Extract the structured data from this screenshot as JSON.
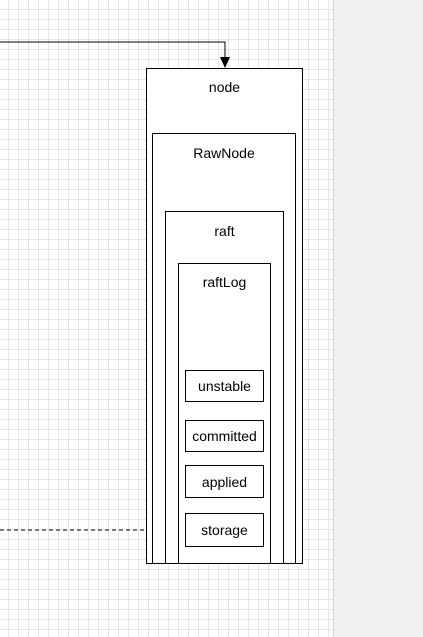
{
  "diagram": {
    "containers": {
      "node": "node",
      "rawnode": "RawNode",
      "raft": "raft",
      "raftlog": "raftLog"
    },
    "fields": {
      "unstable": "unstable",
      "committed": "committed",
      "applied": "applied",
      "storage": "storage"
    }
  }
}
